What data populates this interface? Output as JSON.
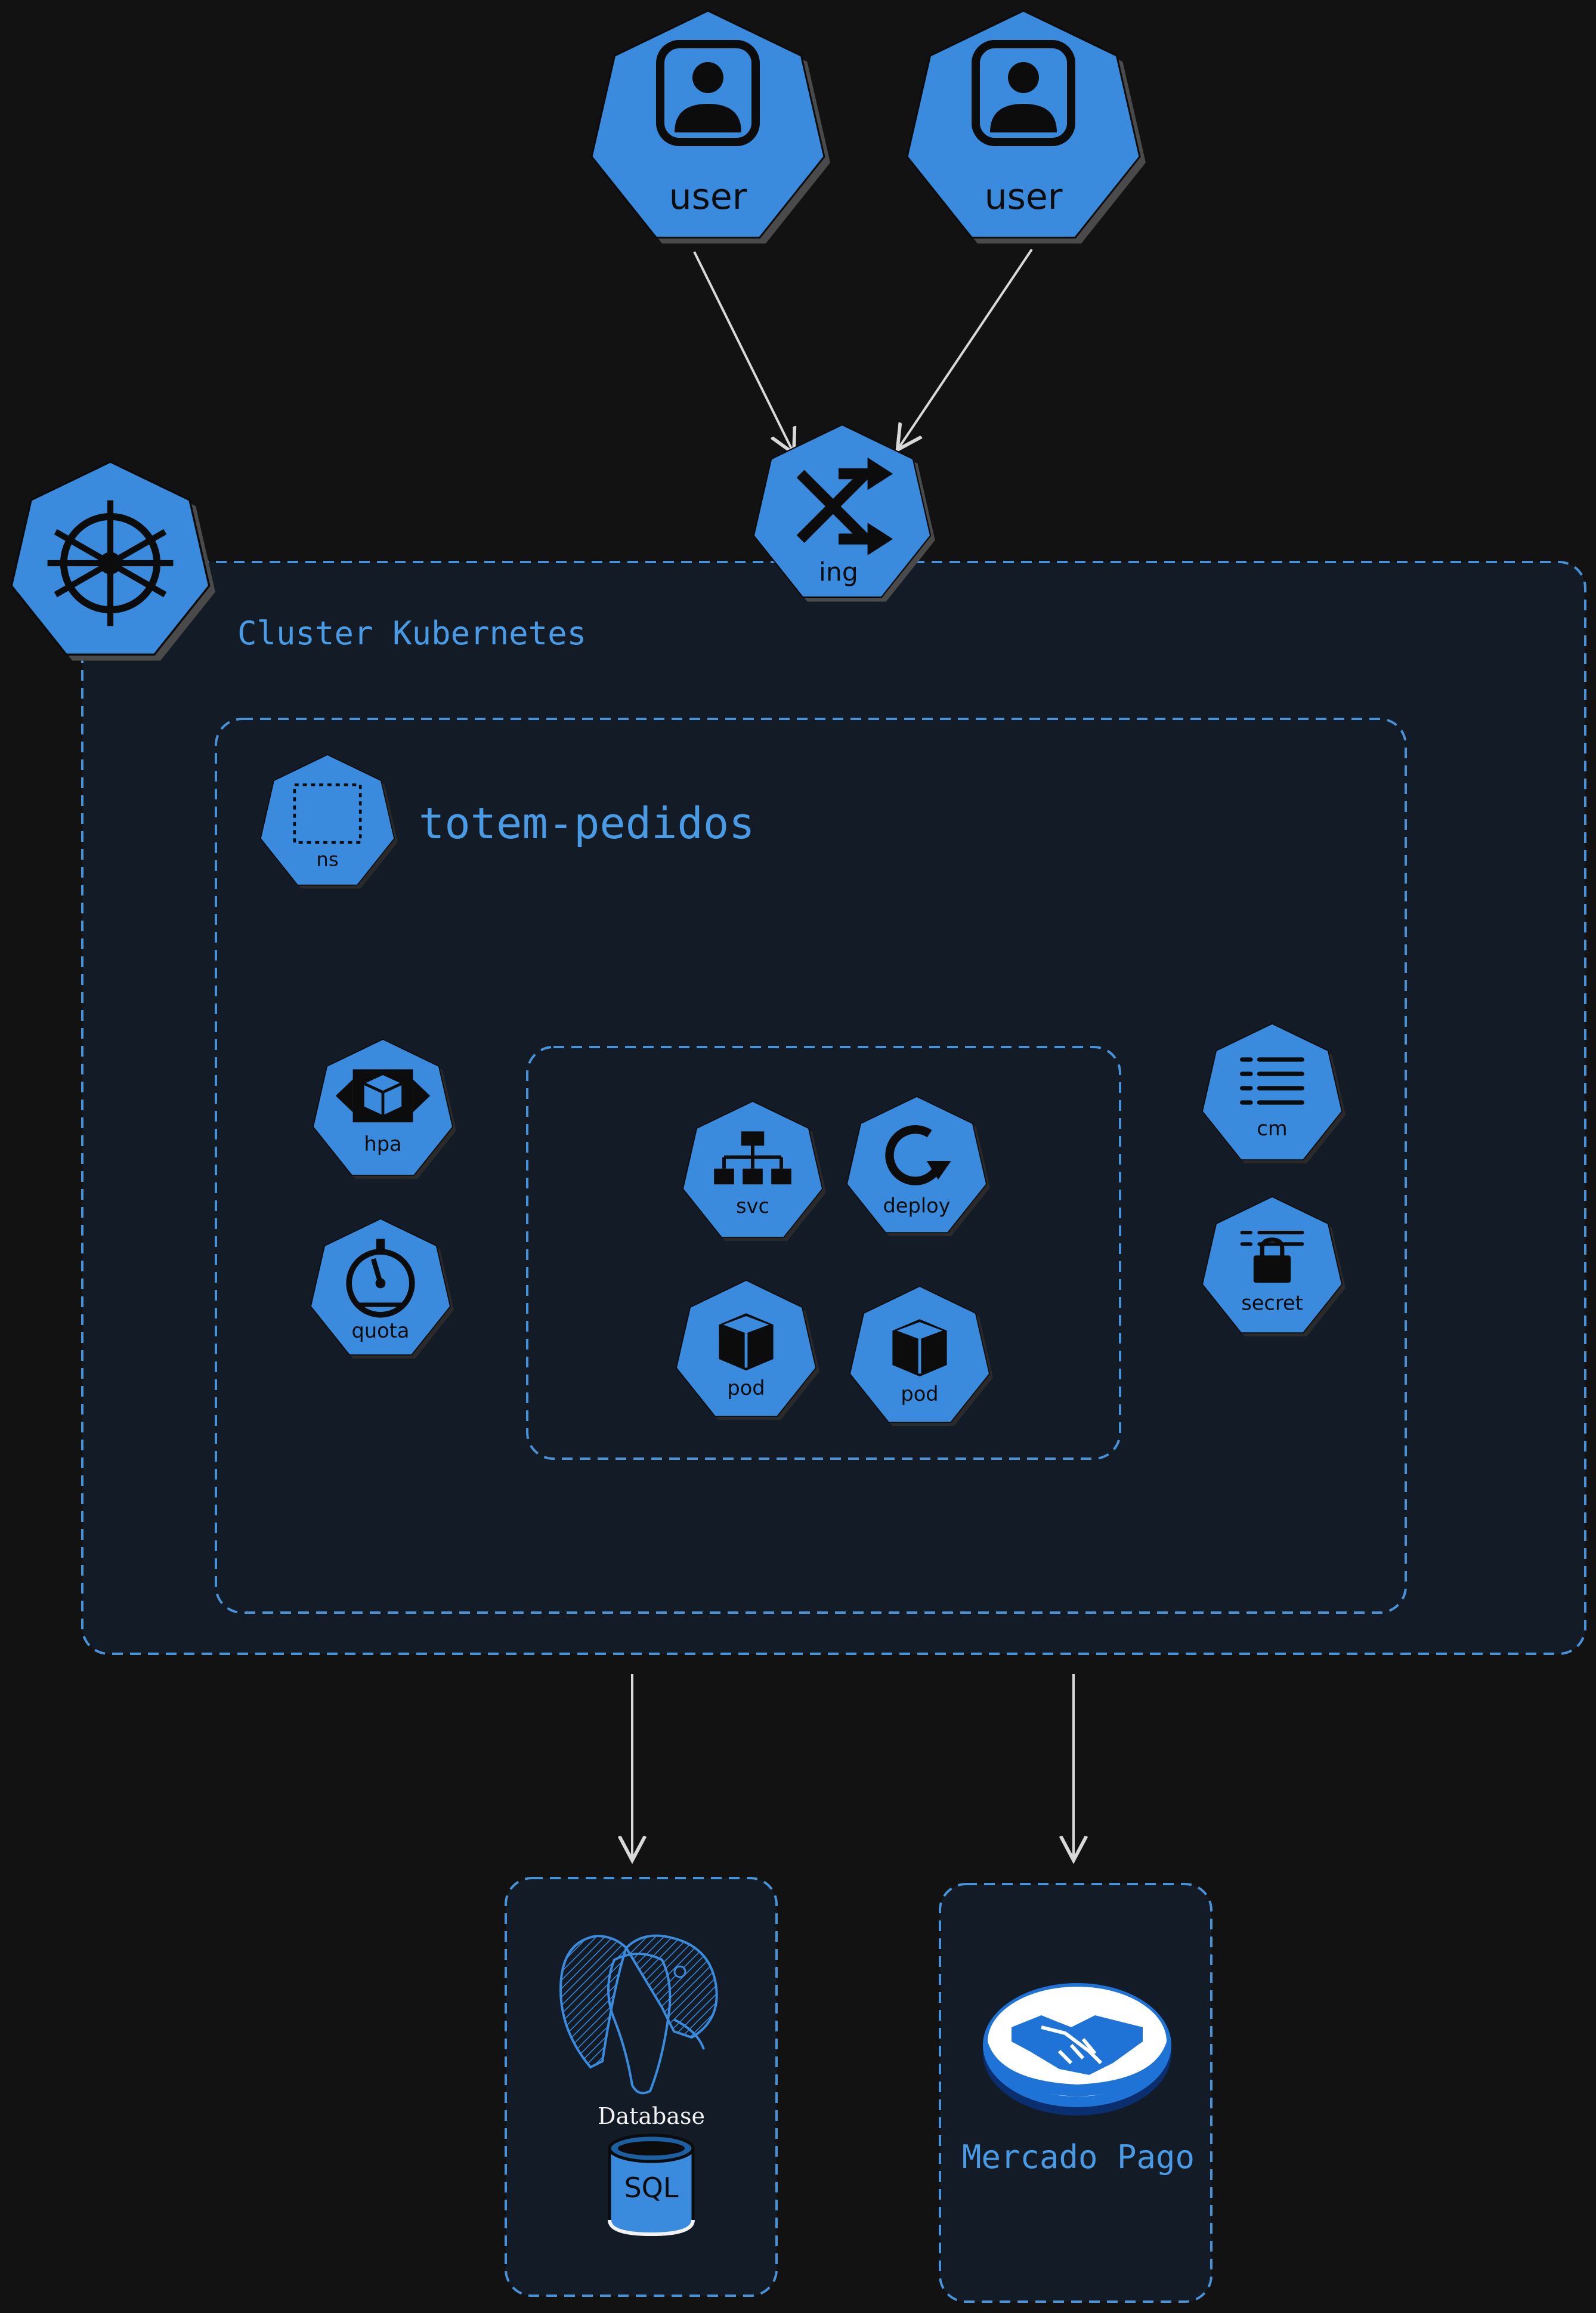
{
  "nodes": {
    "user_1": {
      "label": "user"
    },
    "user_2": {
      "label": "user"
    },
    "ingress": {
      "label": "ing"
    },
    "namespace": {
      "label": "ns"
    },
    "hpa": {
      "label": "hpa"
    },
    "quota": {
      "label": "quota"
    },
    "service": {
      "label": "svc"
    },
    "deployment": {
      "label": "deploy"
    },
    "pod_1": {
      "label": "pod"
    },
    "pod_2": {
      "label": "pod"
    },
    "configmap": {
      "label": "cm"
    },
    "secret": {
      "label": "secret"
    }
  },
  "cluster": {
    "title": "Cluster Kubernetes"
  },
  "namespace_group": {
    "title": "totem-pedidos"
  },
  "database": {
    "caption": "Database",
    "badge": "SQL"
  },
  "payment": {
    "title": "Mercado Pago"
  },
  "colors": {
    "background": "#121212",
    "panel": "#131b26",
    "accent": "#3a8bde",
    "dashed_border": "#4a92d8",
    "arrow": "#d9d9d9",
    "icon_ink": "#0c0c0c"
  },
  "icons": [
    "user-icon",
    "ingress-icon",
    "kubernetes-helm-icon",
    "namespace-icon",
    "hpa-icon",
    "quota-icon",
    "service-icon",
    "deployment-icon",
    "pod-icon",
    "configmap-icon",
    "secret-icon",
    "postgresql-icon",
    "sql-database-icon",
    "handshake-icon"
  ]
}
